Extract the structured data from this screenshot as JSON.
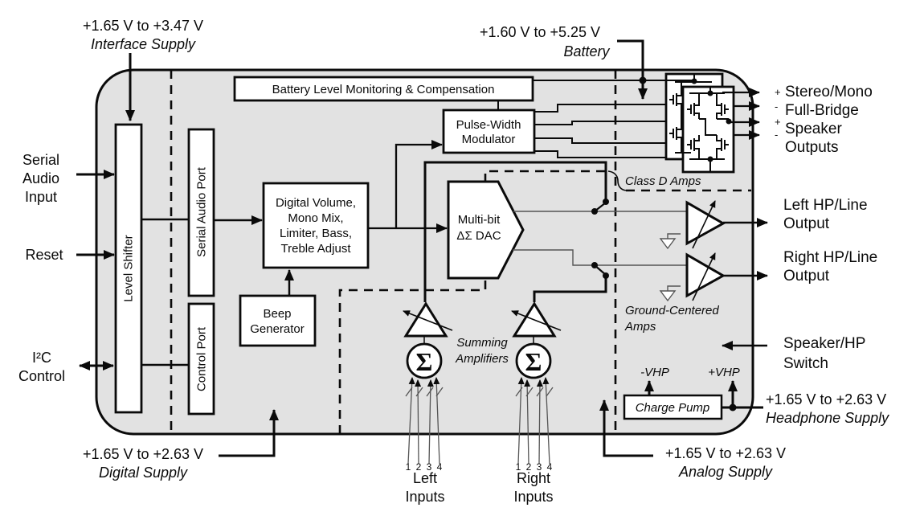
{
  "supplies": {
    "interface": {
      "range": "+1.65 V to +3.47 V",
      "name": "Interface Supply"
    },
    "battery": {
      "range": "+1.60 V to +5.25 V",
      "name": "Battery"
    },
    "digital": {
      "range": "+1.65 V to +2.63 V",
      "name": "Digital Supply"
    },
    "analog": {
      "range": "+1.65 V to +2.63 V",
      "name": "Analog Supply"
    },
    "headphone": {
      "range": "+1.65 V to +2.63 V",
      "name": "Headphone Supply"
    }
  },
  "left_pins": {
    "serial_audio_input": [
      "Serial",
      "Audio",
      "Input"
    ],
    "reset": "Reset",
    "i2c": [
      "I²C",
      "Control"
    ]
  },
  "right_pins": {
    "speaker_outputs": [
      "Stereo/Mono",
      "Full-Bridge",
      "Speaker",
      "Outputs"
    ],
    "polarity": [
      "+",
      "-",
      "+",
      "-"
    ],
    "left_hp": [
      "Left HP/Line",
      "Output"
    ],
    "right_hp": [
      "Right HP/Line",
      "Output"
    ],
    "speaker_hp_switch": [
      "Speaker/HP",
      "Switch"
    ]
  },
  "bottom_pins": {
    "numbers": [
      "1",
      "2",
      "3",
      "4"
    ],
    "left_inputs": [
      "Left",
      "Inputs"
    ],
    "right_inputs": [
      "Right",
      "Inputs"
    ]
  },
  "blocks": {
    "battery_monitor": "Battery Level Monitoring & Compensation",
    "pwm": [
      "Pulse-Width",
      "Modulator"
    ],
    "level_shifter": "Level Shifter",
    "serial_audio_port": "Serial Audio Port",
    "control_port": "Control Port",
    "dsp": [
      "Digital Volume,",
      "Mono Mix,",
      "Limiter, Bass,",
      "Treble Adjust"
    ],
    "beep": [
      "Beep",
      "Generator"
    ],
    "dac": [
      "Multi-bit",
      "ΔΣ DAC"
    ],
    "charge_pump": "Charge Pump"
  },
  "annotations": {
    "class_d": "Class D Amps",
    "summing": [
      "Summing",
      "Amplifiers"
    ],
    "ground_centered": [
      "Ground-Centered",
      "Amps"
    ],
    "neg_vhp": "-VHP",
    "pos_vhp": "+VHP",
    "sigma": "Σ"
  },
  "colors": {
    "chip_fill": "#e2e2e2",
    "line": "#0a0a0a",
    "thin_line": "#555555"
  }
}
